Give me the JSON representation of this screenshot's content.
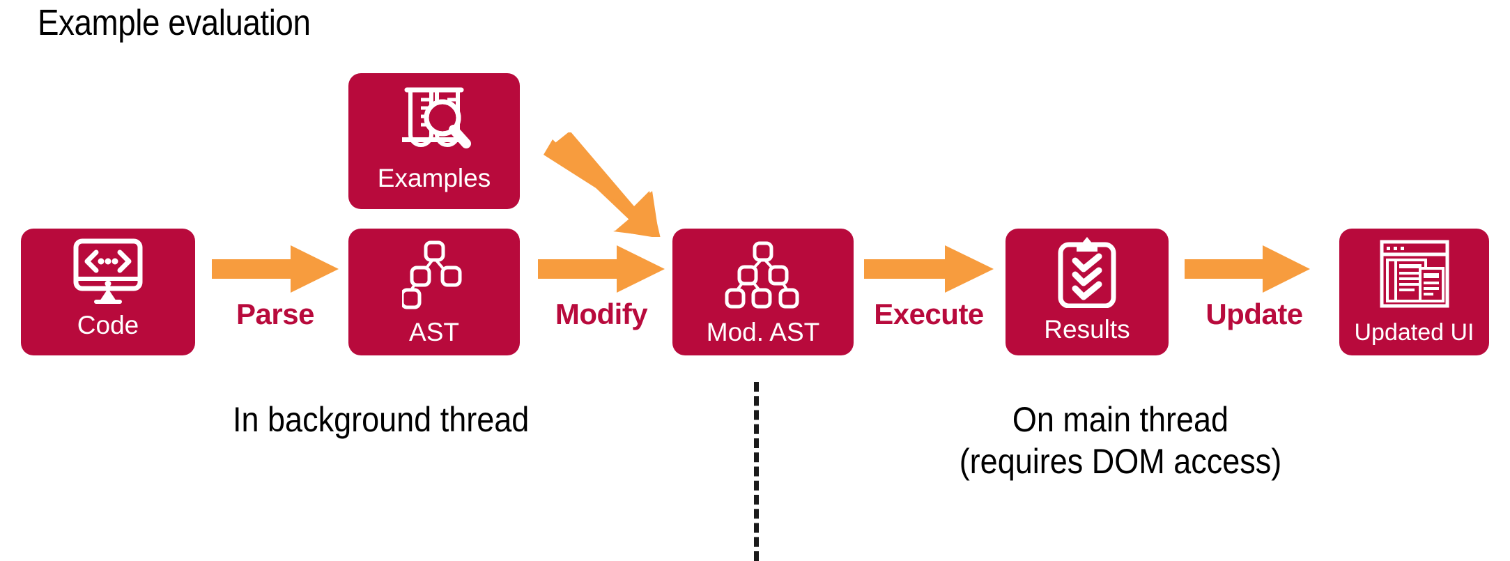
{
  "title": "Example evaluation",
  "theme": {
    "crimson": "#B80A3C",
    "orange": "#F79C3E",
    "background": "#FFFFFF",
    "text": "#000000",
    "box_text": "#FFFFFF"
  },
  "nodes": [
    {
      "id": "code",
      "label": "Code",
      "icon": "monitor-code-icon"
    },
    {
      "id": "examples",
      "label": "Examples",
      "icon": "test-tubes-magnifier-icon"
    },
    {
      "id": "ast",
      "label": "AST",
      "icon": "tree-nodes-icon"
    },
    {
      "id": "modast",
      "label": "Mod. AST",
      "icon": "tree-nodes-full-icon"
    },
    {
      "id": "results",
      "label": "Results",
      "icon": "clipboard-checks-icon"
    },
    {
      "id": "updated_ui",
      "label": "Updated UI",
      "icon": "browser-window-icon"
    }
  ],
  "arrows": [
    {
      "id": "parse",
      "label": "Parse",
      "direction": "right"
    },
    {
      "id": "modify",
      "label": "Modify",
      "direction": "right"
    },
    {
      "id": "execute",
      "label": "Execute",
      "direction": "right"
    },
    {
      "id": "update",
      "label": "Update",
      "direction": "right"
    },
    {
      "id": "diagonal",
      "label": "",
      "direction": "down-right"
    }
  ],
  "captions": {
    "background_thread": "In background thread",
    "main_thread_line1": "On main thread",
    "main_thread_line2": "(requires DOM access)"
  },
  "divider": {
    "name": "thread-boundary-divider",
    "style": "dashed-vertical"
  }
}
